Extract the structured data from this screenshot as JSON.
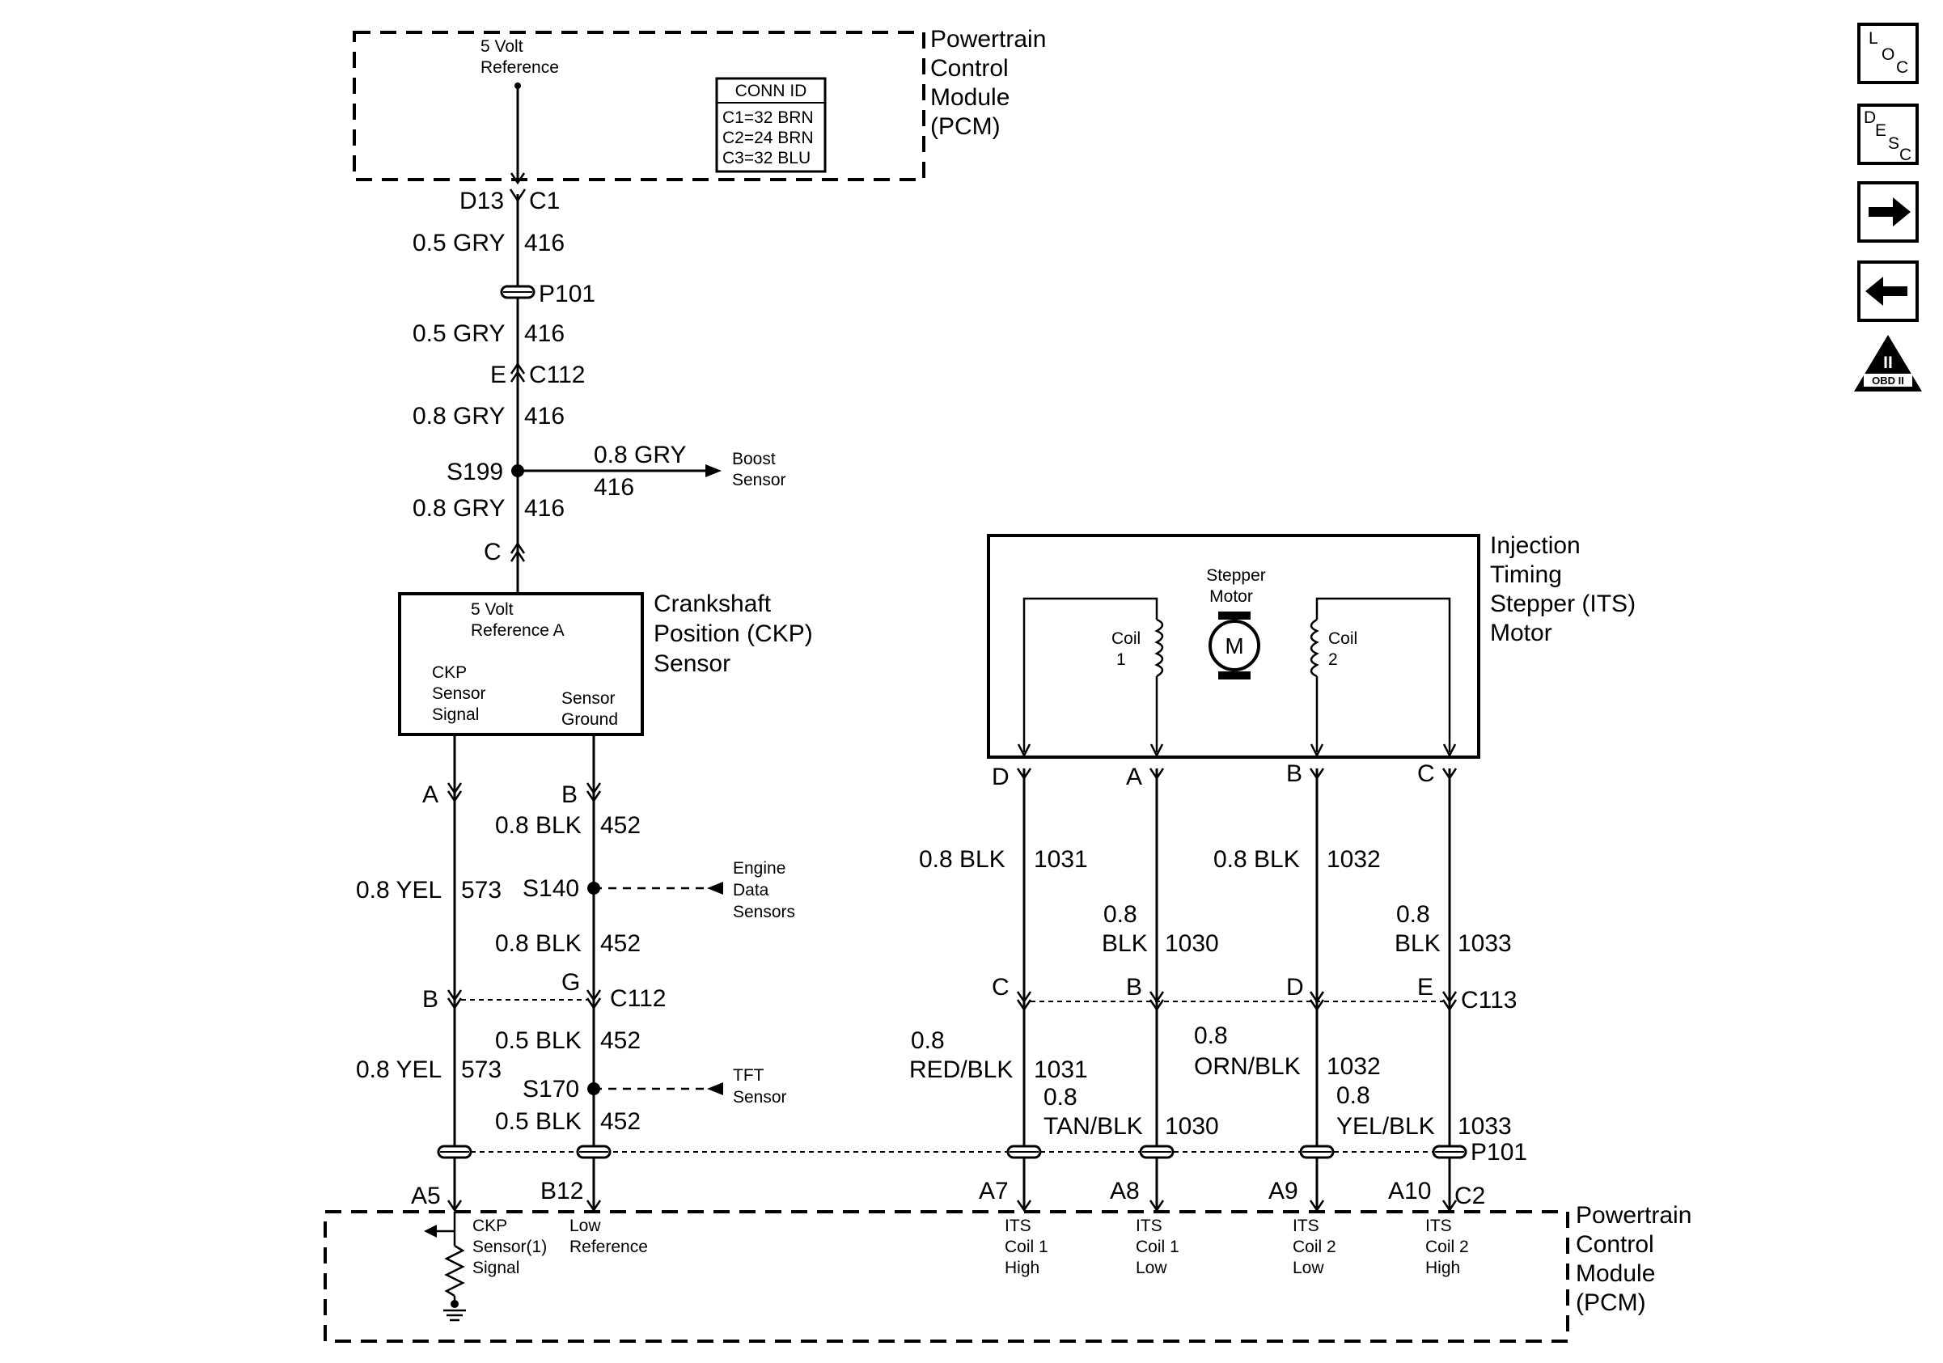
{
  "pcm_top": {
    "label": [
      "Powertrain",
      "Control",
      "Module",
      "(PCM)"
    ],
    "ref_label": [
      "5 Volt",
      "Reference"
    ]
  },
  "conn_id": {
    "title": "CONN ID",
    "rows": [
      "C1=32 BRN",
      "C2=24 BRN",
      "C3=32 BLU"
    ]
  },
  "ckp_chain": {
    "pin_d13": "D13",
    "pin_c1": "C1",
    "w1_gauge": "0.5 GRY",
    "w1_num": "416",
    "p101": "P101",
    "w2_gauge": "0.5 GRY",
    "w2_num": "416",
    "pin_e": "E",
    "c112": "C112",
    "w3_gauge": "0.8 GRY",
    "w3_num": "416",
    "s199": "S199",
    "branch_gauge": "0.8 GRY",
    "branch_num": "416",
    "boost": [
      "Boost",
      "Sensor"
    ],
    "w4_gauge": "0.8 GRY",
    "w4_num": "416",
    "pin_c": "C"
  },
  "ckp_sensor": {
    "label": [
      "Crankshaft",
      "Position (CKP)",
      "Sensor"
    ],
    "ref": [
      "5 Volt",
      "Reference A"
    ],
    "signal": [
      "CKP",
      "Sensor",
      "Signal"
    ],
    "ground": [
      "Sensor",
      "Ground"
    ]
  },
  "ckp_lower": {
    "pin_a": "A",
    "pin_b_top": "B",
    "gnd1_gauge": "0.8 BLK",
    "gnd1_num": "452",
    "sig1_gauge": "0.8 YEL",
    "sig1_num": "573",
    "s140": "S140",
    "engine": [
      "Engine",
      "Data",
      "Sensors"
    ],
    "gnd2_gauge": "0.8 BLK",
    "gnd2_num": "452",
    "pin_b_c112": "B",
    "pin_g_c112": "G",
    "c112": "C112",
    "gnd3_gauge": "0.5 BLK",
    "gnd3_num": "452",
    "sig2_gauge": "0.8 YEL",
    "sig2_num": "573",
    "s170": "S170",
    "tft": [
      "TFT",
      "Sensor"
    ],
    "gnd4_gauge": "0.5 BLK",
    "gnd4_num": "452"
  },
  "its": {
    "label": [
      "Injection",
      "Timing",
      "Stepper (ITS)",
      "Motor"
    ],
    "motor": [
      "Stepper",
      "Motor"
    ],
    "motor_symbol": "M",
    "coil1": [
      "Coil",
      "1"
    ],
    "coil2": [
      "Coil",
      "2"
    ],
    "pins": [
      "D",
      "A",
      "B",
      "C"
    ]
  },
  "its_wires_upper": {
    "w1031_gauge": "0.8 BLK",
    "w1031_num": "1031",
    "w1030_gauge": [
      "0.8",
      "BLK"
    ],
    "w1030_num": "1030",
    "w1032_gauge": "0.8 BLK",
    "w1032_num": "1032",
    "w1033_gauge": [
      "0.8",
      "BLK"
    ],
    "w1033_num": "1033"
  },
  "c113": {
    "pins": [
      "C",
      "B",
      "D",
      "E"
    ],
    "label": "C113"
  },
  "its_wires_lower": {
    "w1031_gauge": [
      "0.8",
      "RED/BLK"
    ],
    "w1031_num": "1031",
    "w1030_gauge": [
      "0.8",
      "TAN/BLK"
    ],
    "w1030_num": "1030",
    "w1032_gauge": [
      "0.8",
      "ORN/BLK"
    ],
    "w1032_num": "1032",
    "w1033_gauge": [
      "0.8",
      "YEL/BLK"
    ],
    "w1033_num": "1033"
  },
  "p101_lower": "P101",
  "pcm_bottom": {
    "label": [
      "Powertrain",
      "Control",
      "Module",
      "(PCM)"
    ],
    "c2": "C2",
    "pins": [
      "A5",
      "B12",
      "A7",
      "A8",
      "A9",
      "A10"
    ],
    "ckp_in": [
      "CKP",
      "Sensor(1)",
      "Signal"
    ],
    "low_ref": [
      "Low",
      "Reference"
    ],
    "its1h": [
      "ITS",
      "Coil 1",
      "High"
    ],
    "its1l": [
      "ITS",
      "Coil 1",
      "Low"
    ],
    "its2l": [
      "ITS",
      "Coil 2",
      "Low"
    ],
    "its2h": [
      "ITS",
      "Coil 2",
      "High"
    ]
  },
  "nav": {
    "loc": [
      "L",
      "O",
      "C"
    ],
    "desc": [
      "D",
      "E",
      "S",
      "C"
    ],
    "forward": "forward-arrow",
    "back": "back-arrow",
    "obd": [
      "II",
      "OBD II"
    ]
  }
}
